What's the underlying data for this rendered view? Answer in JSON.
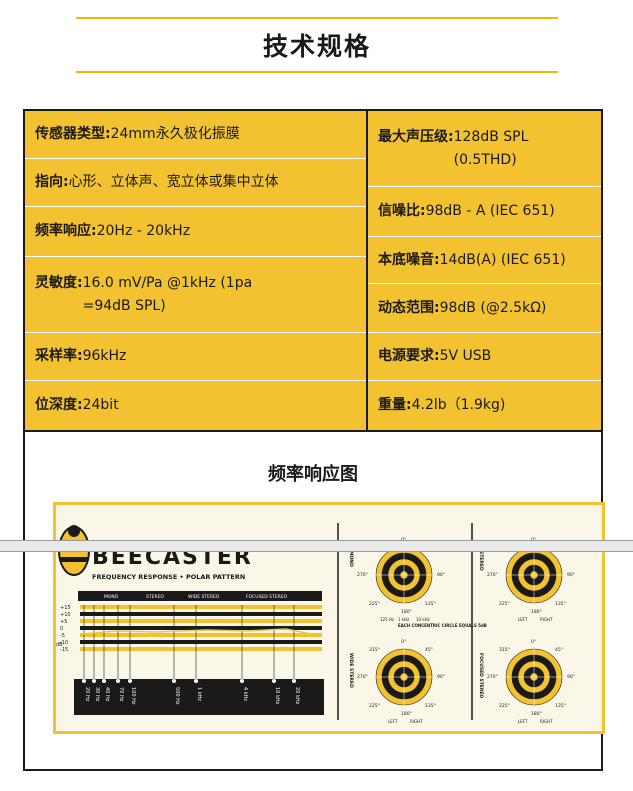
{
  "page": {
    "title": "技术规格"
  },
  "specs": {
    "left": [
      {
        "label": "传感器类型:",
        "value": "24mm永久极化振膜"
      },
      {
        "label": "指向:",
        "value": "心形、立体声、宽立体或集中立体"
      },
      {
        "label": "频率响应:",
        "value": "20Hz - 20kHz"
      },
      {
        "label": "灵敏度:",
        "value": "16.0 mV/Pa @1kHz (1pa =94dB SPL)"
      },
      {
        "label": "采样率:",
        "value": "96kHz"
      },
      {
        "label": "位深度:",
        "value": "24bit"
      }
    ],
    "right": [
      {
        "label": "最大声压级:",
        "value": "128dB SPL (0.5THD)"
      },
      {
        "label": "信噪比:",
        "value": "98dB - A (IEC 651)"
      },
      {
        "label": "本底噪音:",
        "value": "14dB(A) (IEC 651)"
      },
      {
        "label": "动态范围:",
        "value": "98dB (@2.5kΩ)"
      },
      {
        "label": "电源要求:",
        "value": "5V USB"
      },
      {
        "label": "重量:",
        "value": "4.2lb（1.9kg)"
      }
    ]
  },
  "freq_section": {
    "title": "频率响应图"
  },
  "poster": {
    "brand": "BEECASTER",
    "subtitle": "FREQUENCY RESPONSE  •  POLAR PATTERN",
    "legend": [
      "MONO",
      "STEREO",
      "WIDE STEREO",
      "FOCUSED STEREO"
    ],
    "db_ticks": [
      "+15",
      "+10",
      "+5",
      "0",
      "-5",
      "-10",
      "-15"
    ],
    "db_axis_label": "dB",
    "freq_ticks": [
      "20 Hz",
      "30 Hz",
      "40 Hz",
      "70 Hz",
      "100 Hz",
      "500 Hz",
      "1 kHz",
      "4 kHz",
      "10 kHz",
      "20 kHz"
    ],
    "polar_note": "EACH CONCENTRIC CIRCLE EQUALS 5dB",
    "polar_labels": {
      "mono": "MONO",
      "stereo": "STEREO",
      "wide": "WIDE STEREO",
      "focused": "FOCUSED STEREO"
    },
    "polar_angles": [
      "0°",
      "45°",
      "90°",
      "135°",
      "180°",
      "225°",
      "270°",
      "315°"
    ],
    "mono_key": [
      "125 Hz",
      "1 kHz",
      "10 kHz"
    ],
    "lr_key": [
      "LEFT",
      "RIGHT"
    ]
  },
  "colors": {
    "accent": "#f3c231",
    "accent_line": "#f2b705",
    "dark": "#1a1a1a"
  }
}
